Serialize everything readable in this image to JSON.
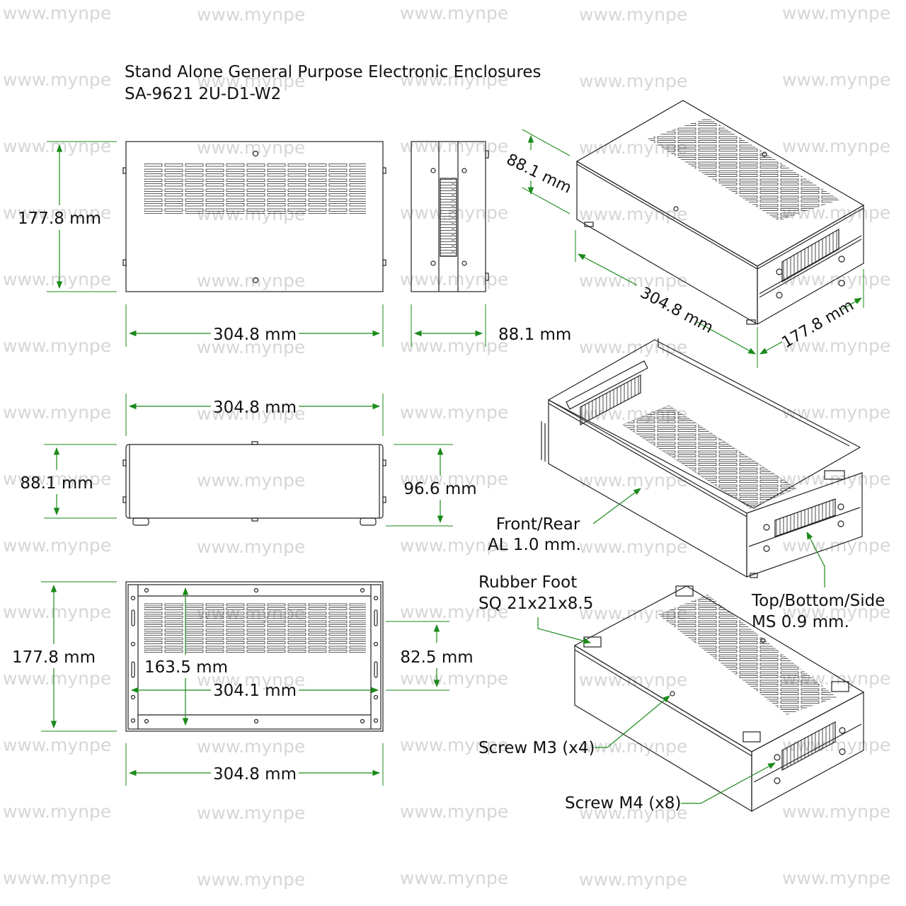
{
  "watermark": "www.mynpe",
  "title": {
    "line1": "Stand Alone General Purpose Electronic Enclosures",
    "line2": "SA-9621 2U-D1-W2"
  },
  "dimensions": {
    "top_view_height": "177.8 mm",
    "top_view_width": "304.8 mm",
    "side_view_width": "88.1 mm",
    "front_view_width_top": "304.8 mm",
    "front_view_height": "88.1 mm",
    "front_view_total_height": "96.6 mm",
    "bottom_view_height": "177.8 mm",
    "bottom_view_inner_height": "163.5 mm",
    "bottom_view_inner_width": "304.1 mm",
    "bottom_view_foot_spacing": "82.5 mm",
    "bottom_view_width": "304.8 mm",
    "iso_height": "88.1 mm",
    "iso_width": "304.8 mm",
    "iso_depth": "177.8 mm"
  },
  "callouts": {
    "front_rear_1": "Front/Rear",
    "front_rear_2": "AL 1.0 mm.",
    "top_bottom_side_1": "Top/Bottom/Side",
    "top_bottom_side_2": "MS 0.9 mm.",
    "rubber_foot_1": "Rubber Foot",
    "rubber_foot_2": "SQ 21x21x8.5",
    "screw_m3": "Screw M3 (x4)",
    "screw_m4": "Screw M4 (x8)"
  },
  "colors": {
    "dimension": "#1a8a1a",
    "outline": "#222222",
    "watermark": "#d6d6d6"
  }
}
